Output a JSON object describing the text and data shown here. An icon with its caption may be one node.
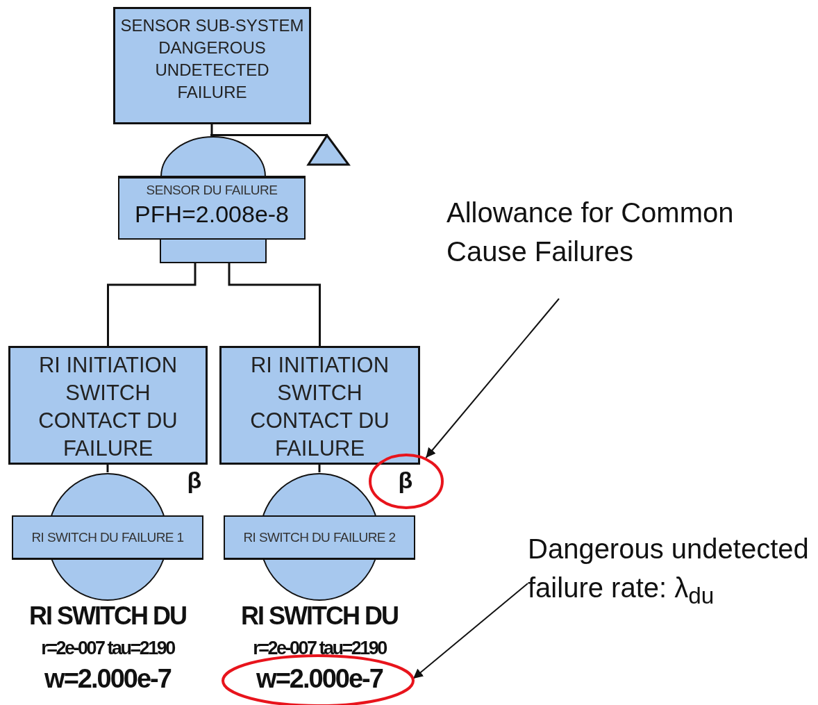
{
  "diagram": {
    "nodes": [
      {
        "text": [
          "SENSOR SUB-SYSTEM DANGEROUS UNDETECTED FAILURE"
        ]
      },
      {
        "text": [
          "SENSOR DU FAILURE",
          "PFH=2.008e-8"
        ]
      },
      {
        "text": [],
        "shape": "triangle"
      },
      {
        "text": [
          "RI INITIATION SWITCH CONTACT DU FAILURE"
        ],
        "beside": [
          "β"
        ]
      },
      {
        "text": [
          "RI INITIATION SWITCH CONTACT DU FAILURE"
        ],
        "beside": [
          "β"
        ]
      },
      {
        "text": [
          "RI SWITCH DU FAILURE 1"
        ]
      },
      {
        "text": [
          "RI SWITCH DU FAILURE 2"
        ]
      },
      {
        "text": [
          "Allowance for Common Cause Failures"
        ]
      },
      {
        "text": [
          "Dangerous undetected failure rate: λ$_{du}$"
        ]
      },
      {
        "text": [],
        "shape": "ellipse"
      },
      {
        "text": [],
        "shape": "ellipse"
      }
    ],
    "edges": [
      {
        "from": 0,
        "to": 1,
        "arrow": "none"
      },
      {
        "from": 1,
        "to": 2,
        "arrow": "none"
      },
      {
        "from": 1,
        "to": 3,
        "arrow": "none"
      },
      {
        "from": 1,
        "to": 4,
        "arrow": "none"
      },
      {
        "from": 3,
        "to": 5,
        "arrow": "none"
      },
      {
        "from": 4,
        "to": 6,
        "arrow": "none"
      },
      {
        "from": 7,
        "to": 9,
        "arrow": "to"
      },
      {
        "from": 8,
        "to": 10,
        "arrow": "to"
      }
    ],
    "labels": [
      "RI SWITCH DU",
      "RI SWITCH DU",
      "r=2e-007 tau=2190",
      "r=2e-007 tau=2190",
      "w=2.000e-7",
      "w=2.000e-7"
    ]
  }
}
